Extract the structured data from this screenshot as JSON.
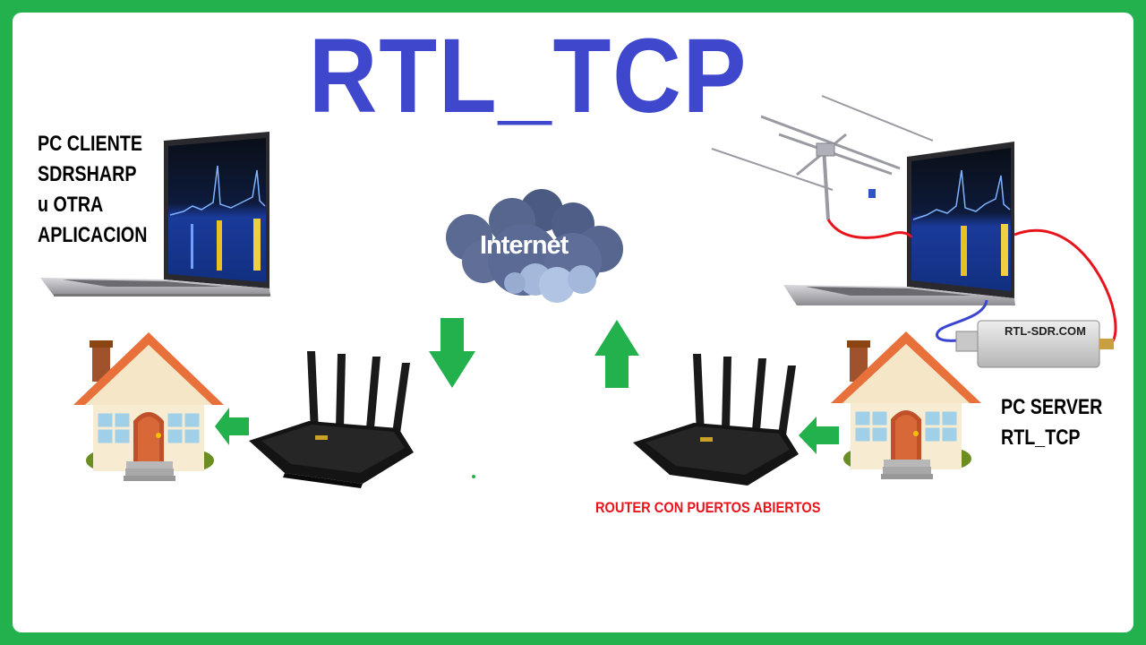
{
  "title": "RTL_TCP",
  "client_label": [
    "PC CLIENTE",
    "SDRSHARP",
    "u OTRA",
    "APLICACION"
  ],
  "server_label": [
    "PC SERVER",
    "RTL_TCP"
  ],
  "router_note": "ROUTER CON PUERTOS ABIERTOS",
  "cloud_label": "Internet",
  "dongle_brand": "RTL-SDR.COM",
  "colors": {
    "border": "#22b14c",
    "title": "#3f48cc",
    "arrow": "#22b14c",
    "note": "#e8141c",
    "cable_red": "#e8141c",
    "cable_blue": "#3a46d0"
  },
  "icons": [
    "laptop-icon",
    "antenna-icon",
    "cloud-icon",
    "router-icon",
    "house-icon",
    "arrow-down-icon",
    "arrow-up-icon",
    "arrow-left-icon",
    "usb-dongle-icon"
  ]
}
